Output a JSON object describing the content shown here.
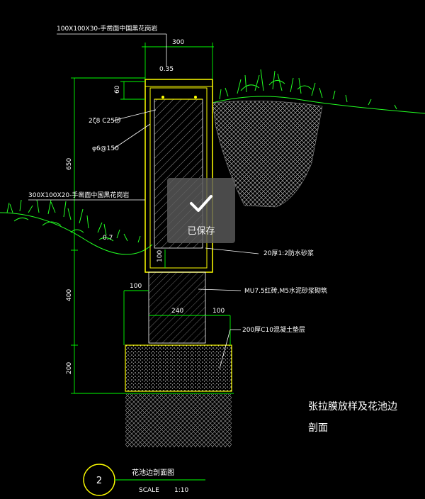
{
  "drawing": {
    "label_top_coping": "100X100X30‐手凿面中国黑花岗岩",
    "dim_300": "300",
    "elev_label": "0.35",
    "dim_60": "60",
    "rebar_label": "2ζ8 C25砂",
    "stirrup_label": "φ6@150",
    "dim_650": "650",
    "label_side_facing": "300X100X20‐手凿面中国黑花岗岩",
    "elev_left": "0.7",
    "dim_100_small": "100",
    "label_mortar": "20厚1:2防水砂浆",
    "dim_100_left": "100",
    "label_brick": "MU7.5红砖,M5水泥砂浆砌筑",
    "dim_400": "400",
    "dim_240": "240",
    "dim_100_right": "100",
    "label_concrete": "200厚C10混凝土垫层",
    "dim_200": "200",
    "note_title_line1": "张拉膜放样及花池边",
    "note_title_line2": "剖面",
    "detail_number": "2",
    "detail_title": "花池边剖面图",
    "scale_label": "SCALE",
    "scale_value": "1:10"
  },
  "toast": {
    "message": "已保存",
    "icon": "checkmark-icon"
  },
  "colors": {
    "background": "#000000",
    "outline_yellow": "#ffff00",
    "dimension_green": "#00ff00",
    "hatch_white": "#ffffff",
    "grass_green": "#22ff22"
  }
}
